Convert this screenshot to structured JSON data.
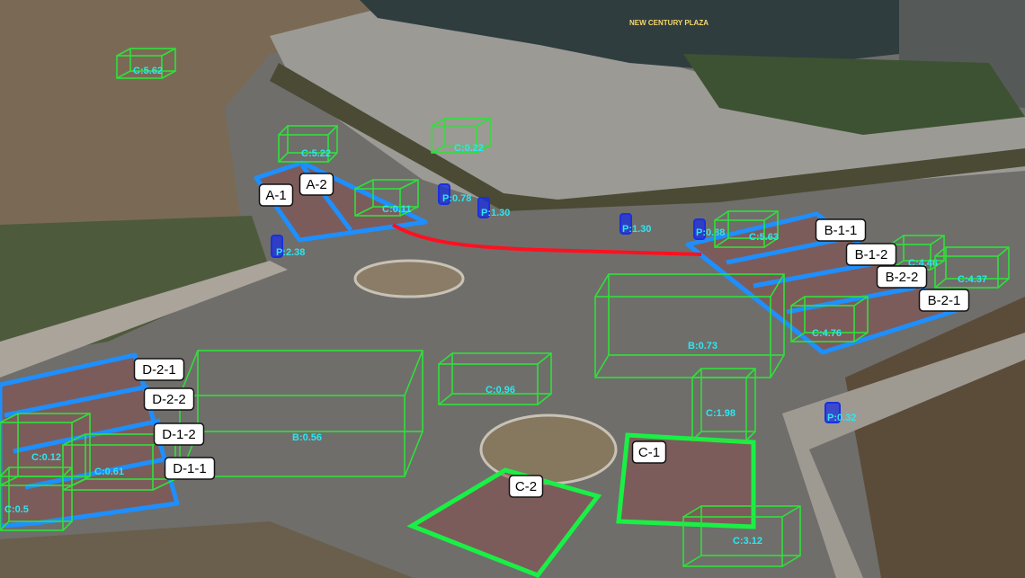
{
  "scene": {
    "building_sign": "NEW CENTURY PLAZA",
    "colors": {
      "zone_blue": "#1e8fff",
      "zone_green": "#19f045",
      "box_green": "#2fe03a",
      "trajectory_red": "#ff1020",
      "detection_text": "#2ee6f0",
      "pedestrian_box": "#1a2fe0"
    }
  },
  "zones": [
    {
      "label": "A-1"
    },
    {
      "label": "A-2"
    },
    {
      "label": "B-1-1"
    },
    {
      "label": "B-1-2"
    },
    {
      "label": "B-2-2"
    },
    {
      "label": "B-2-1"
    },
    {
      "label": "D-2-1"
    },
    {
      "label": "D-2-2"
    },
    {
      "label": "D-1-2"
    },
    {
      "label": "D-1-1"
    },
    {
      "label": "C-1"
    },
    {
      "label": "C-2"
    }
  ],
  "detections": [
    {
      "label": "C:5.62"
    },
    {
      "label": "C:0.22"
    },
    {
      "label": "C:0.11"
    },
    {
      "label": "P:0.78"
    },
    {
      "label": "P:1.30"
    },
    {
      "label": "P:2.38"
    },
    {
      "label": "P:1.30"
    },
    {
      "label": "P:0.88"
    },
    {
      "label": "C:5.63"
    },
    {
      "label": "C:4.46"
    },
    {
      "label": "C:4.37"
    },
    {
      "label": "C:4.76"
    },
    {
      "label": "B:0.73"
    },
    {
      "label": "C:0.96"
    },
    {
      "label": "C:1.98"
    },
    {
      "label": "P:0.32"
    },
    {
      "label": "B:0.56"
    },
    {
      "label": "C:0.12"
    },
    {
      "label": "C:0.61"
    },
    {
      "label": "C:0.5"
    },
    {
      "label": "C:3.12"
    },
    {
      "label": "C:5.22"
    }
  ]
}
